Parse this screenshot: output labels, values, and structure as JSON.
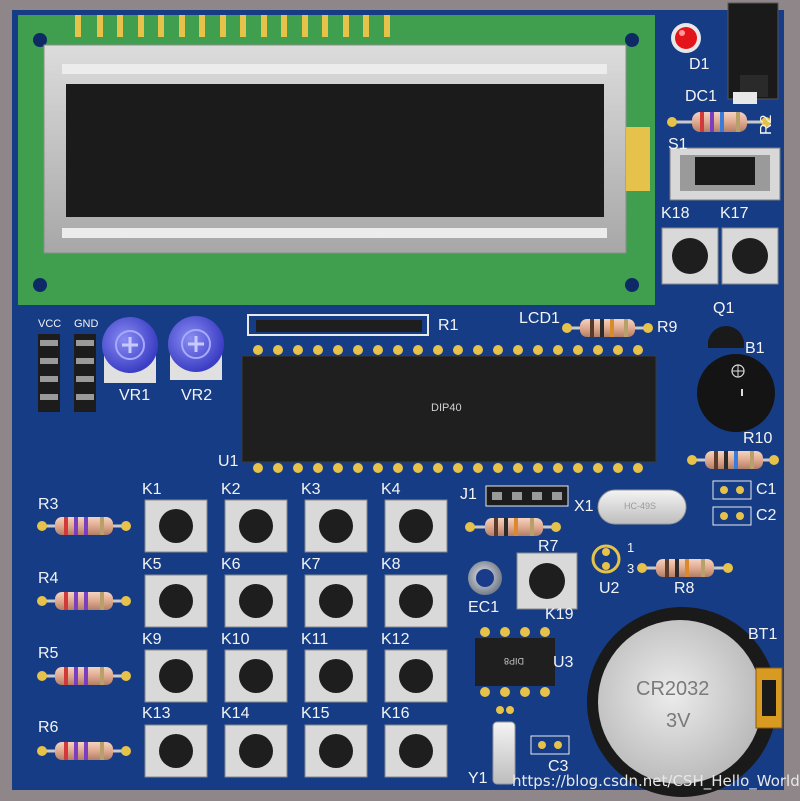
{
  "pcb": {
    "designators": {
      "lcd": "LCD1",
      "led": "D1",
      "dc_jack": "DC1",
      "r2": "R2",
      "switch": "S1",
      "k18": "K18",
      "k17": "K17",
      "q1": "Q1",
      "b1": "B1",
      "r9": "R9",
      "r1": "R1",
      "r10": "R10",
      "c1": "C1",
      "c2": "C2",
      "x1": "X1",
      "j1": "J1",
      "u1": "U1",
      "r7": "R7",
      "k19": "K19",
      "ec1": "EC1",
      "u2": "U2",
      "r8": "R8",
      "u3": "U3",
      "bt1": "BT1",
      "c3": "C3",
      "y1": "Y1",
      "vr1": "VR1",
      "vr2": "VR2",
      "vcc": "VCC",
      "gnd": "GND",
      "r3": "R3",
      "r4": "R4",
      "r5": "R5",
      "r6": "R6"
    },
    "keys": [
      "K1",
      "K2",
      "K3",
      "K4",
      "K5",
      "K6",
      "K7",
      "K8",
      "K9",
      "K10",
      "K11",
      "K12",
      "K13",
      "K14",
      "K15",
      "K16"
    ],
    "chip_u1_marking": "DIP40",
    "chip_u3_marking": "DIP8",
    "crystal_marking": "HC-49S",
    "u2_pins": [
      "1",
      "3"
    ],
    "battery": {
      "model": "CR2032",
      "voltage": "3V"
    }
  },
  "watermark": "https://blog.csdn.net/CSH_Hello_World",
  "colors": {
    "board": "#163c86",
    "pad": "#e6c24a",
    "lcd_pcb": "#3f9f4f",
    "label": "#f3f3f3"
  }
}
